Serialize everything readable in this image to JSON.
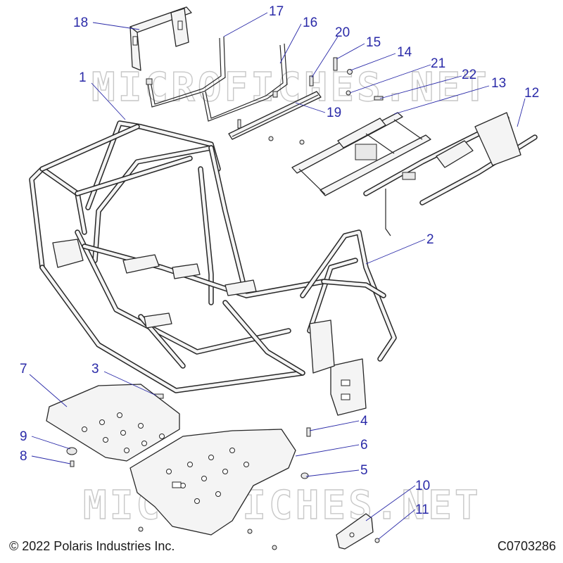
{
  "watermark": "MICROFICHES.NET",
  "copyright": "© 2022 Polaris Industries Inc.",
  "drawing_id": "C0703286",
  "callouts": [
    {
      "id": "1",
      "label": "1"
    },
    {
      "id": "2",
      "label": "2"
    },
    {
      "id": "3",
      "label": "3"
    },
    {
      "id": "4",
      "label": "4"
    },
    {
      "id": "5",
      "label": "5"
    },
    {
      "id": "6",
      "label": "6"
    },
    {
      "id": "7",
      "label": "7"
    },
    {
      "id": "8",
      "label": "8"
    },
    {
      "id": "9",
      "label": "9"
    },
    {
      "id": "10",
      "label": "10"
    },
    {
      "id": "11",
      "label": "11"
    },
    {
      "id": "12",
      "label": "12"
    },
    {
      "id": "13",
      "label": "13"
    },
    {
      "id": "14",
      "label": "14"
    },
    {
      "id": "15",
      "label": "15"
    },
    {
      "id": "16",
      "label": "16"
    },
    {
      "id": "17",
      "label": "17"
    },
    {
      "id": "18",
      "label": "18"
    },
    {
      "id": "19",
      "label": "19"
    },
    {
      "id": "20",
      "label": "20"
    },
    {
      "id": "21",
      "label": "21"
    },
    {
      "id": "22",
      "label": "22"
    }
  ],
  "colors": {
    "callout": "#2a2aa8",
    "line": "#262626",
    "watermark": "#c8c8c8"
  }
}
